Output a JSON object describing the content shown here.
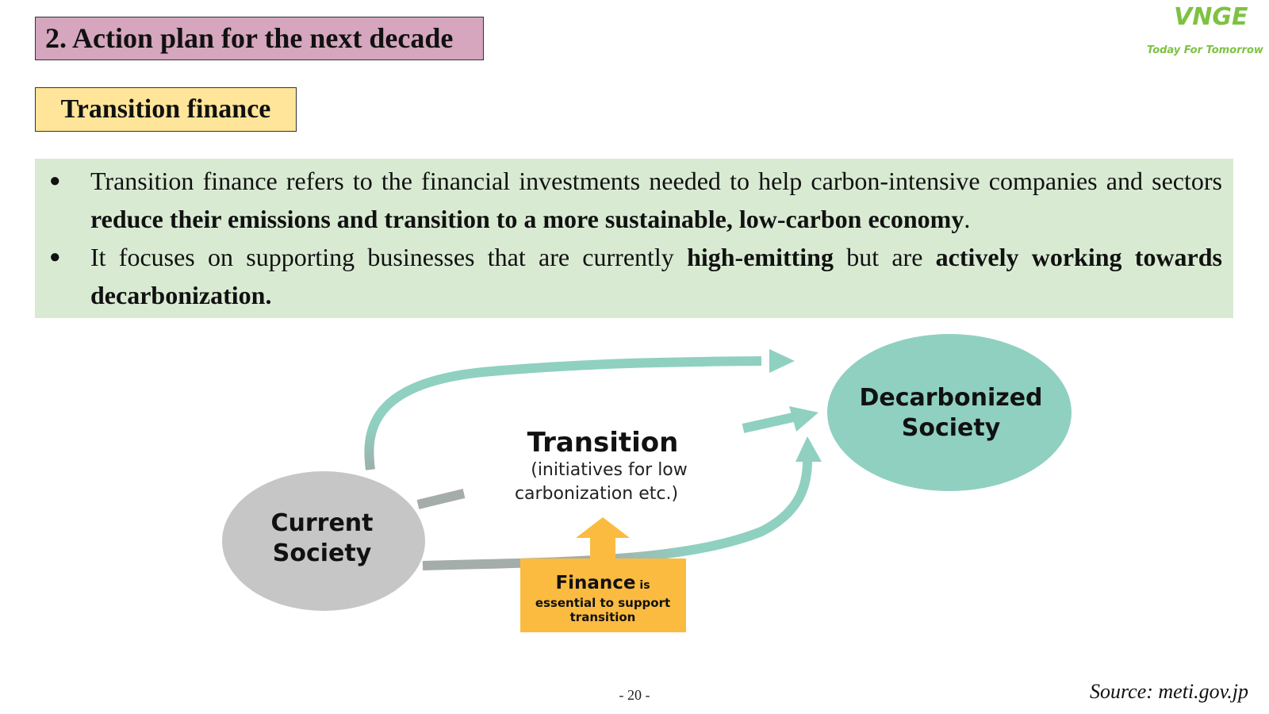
{
  "header": {
    "title": "2. Action plan for the next decade",
    "subtitle": "Transition finance"
  },
  "logo": {
    "mark": "VNGE",
    "tagline": "Today For Tomorrow"
  },
  "bullets": [
    {
      "parts": [
        "Transition finance refers to the financial investments needed to help carbon-intensive companies and sectors ",
        "reduce their emissions and transition to a more sustainable, low-carbon economy",
        "."
      ]
    },
    {
      "parts": [
        "It focuses on supporting businesses that are currently ",
        "high-emitting",
        " but are ",
        "actively working towards decarbonization."
      ]
    }
  ],
  "diagram": {
    "current": [
      "Current",
      "Society"
    ],
    "decarbonized": [
      "Decarbonized",
      "Society"
    ],
    "transition_title": "Transition",
    "transition_sub": [
      "(initiatives for low",
      "carbonization etc.)"
    ],
    "finance": {
      "bold": "Finance",
      "rest": " is",
      "line2": "essential to support",
      "line3": "transition"
    },
    "colors": {
      "teal": "#8FD0C1",
      "gray": "#C6C6C6",
      "orange": "#FBBB41"
    }
  },
  "footer": {
    "page": "- 20 -",
    "source": "Source: meti.gov.jp"
  }
}
